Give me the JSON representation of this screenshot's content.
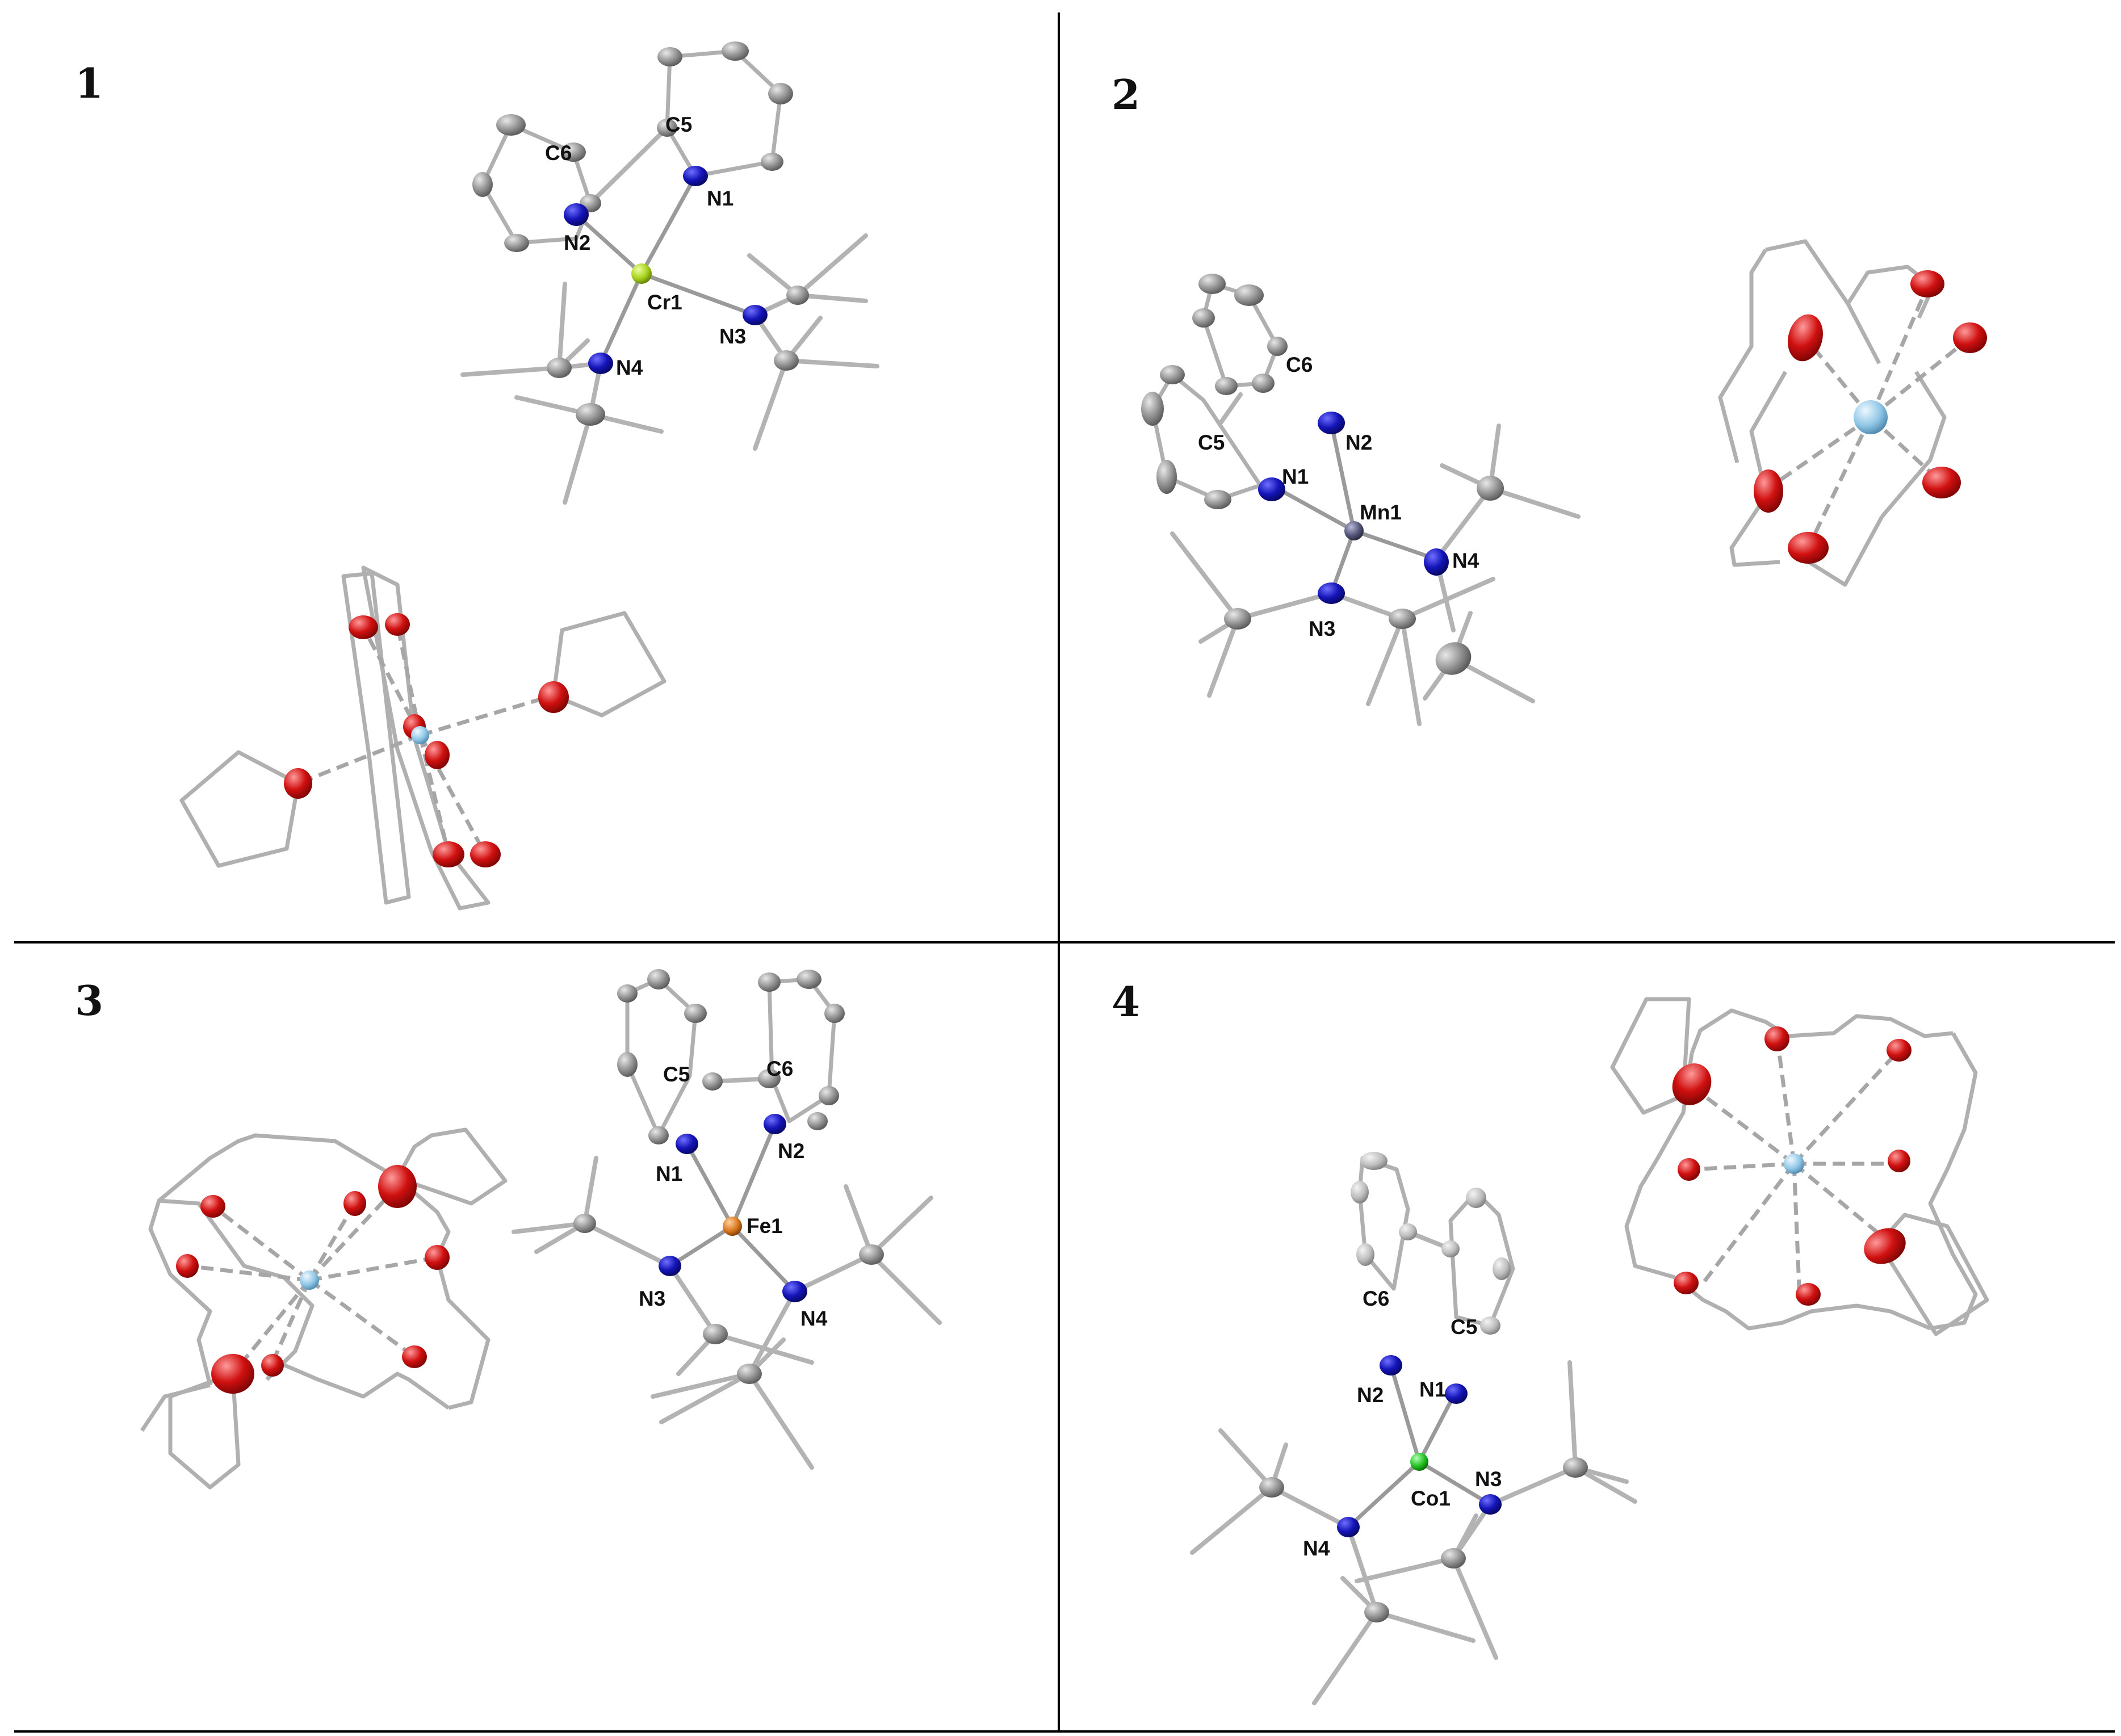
{
  "panels": [
    {
      "number": "1",
      "metal": "Cr1",
      "labels": [
        "C6",
        "C5",
        "N1",
        "N2",
        "Cr1",
        "N3",
        "N4"
      ]
    },
    {
      "number": "2",
      "metal": "Mn1",
      "labels": [
        "C6",
        "C5",
        "N2",
        "N1",
        "Mn1",
        "N4",
        "N3"
      ]
    },
    {
      "number": "3",
      "metal": "Fe1",
      "labels": [
        "C5",
        "C6",
        "N1",
        "N2",
        "Fe1",
        "N3",
        "N4"
      ]
    },
    {
      "number": "4",
      "metal": "Co1",
      "labels": [
        "C6",
        "C5",
        "N2",
        "N1",
        "N3",
        "Co1",
        "N4"
      ]
    }
  ],
  "colors": {
    "carbon": "#8f8f8f",
    "nitrogen": "#1414b8",
    "oxygen": "#d01010",
    "potassium": "#8fc6e6",
    "Cr": "#a6d11c",
    "Mn": "#55557a",
    "Fe": "#d9781c",
    "Co": "#22c022"
  }
}
